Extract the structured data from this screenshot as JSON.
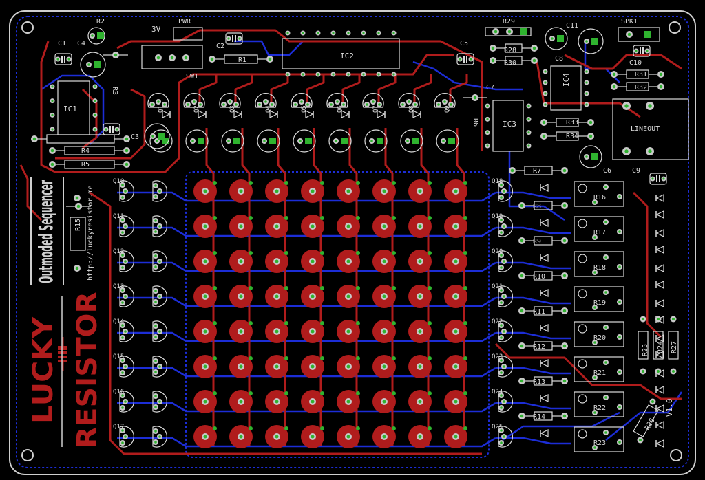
{
  "title": "Outmoded Sequencer",
  "url": "http://luckyresistor.me",
  "logo": {
    "line1": "LUCKY",
    "line2": "RESISTOR"
  },
  "version": "V1.0",
  "colors": {
    "background": "#000000",
    "top_copper": "#b01c1c",
    "bottom_copper": "#1c2dd6",
    "pad": "#c8c8c8",
    "via_ring": "#2fb32f",
    "silkscreen": "#dcdcdc",
    "outline": "#cfcfcf"
  },
  "labels": {
    "pwr_v": "3V",
    "pwr": "PWR",
    "sw1": "SW1",
    "r2": "R2",
    "c1": "C1",
    "c4": "C4",
    "r3": "R3",
    "ic1": "IC1",
    "c3": "C3",
    "r4": "R4",
    "r5": "R5",
    "c2": "C2",
    "r1": "R1",
    "ic2": "IC2",
    "c5": "C5",
    "r29": "R29",
    "r28": "R28",
    "r30": "R30",
    "c7": "C7",
    "ic3": "IC3",
    "r6": "R6",
    "c11": "C11",
    "c8": "C8",
    "ic4": "IC4",
    "spk1": "SPK1",
    "c10": "C10",
    "r31": "R31",
    "r32": "R32",
    "r33": "R33",
    "r34": "R34",
    "lineout": "LINEOUT",
    "c6": "C6",
    "c9": "C9",
    "r7": "R7",
    "r15": "R15",
    "r25": "R25",
    "r24": "R24",
    "r27": "R27",
    "r26": "R26"
  },
  "top_transistors": [
    "Q1",
    "Q2",
    "Q3",
    "Q4",
    "Q5",
    "Q6",
    "Q7",
    "Q8",
    "Q9"
  ],
  "left_transistors": [
    "Q10",
    "Q11",
    "Q12",
    "Q13",
    "Q14",
    "Q15",
    "Q16",
    "Q17"
  ],
  "right_transistors": [
    "Q18",
    "Q19",
    "Q20",
    "Q21",
    "Q22",
    "Q23",
    "Q24",
    "Q25"
  ],
  "right_resistors": [
    "R8",
    "R9",
    "R10",
    "R11",
    "R12",
    "R13",
    "R14"
  ],
  "trimmers": [
    "R16",
    "R17",
    "R18",
    "R19",
    "R20",
    "R21",
    "R22",
    "R23"
  ],
  "matrix": {
    "rows": 8,
    "cols": 8
  }
}
